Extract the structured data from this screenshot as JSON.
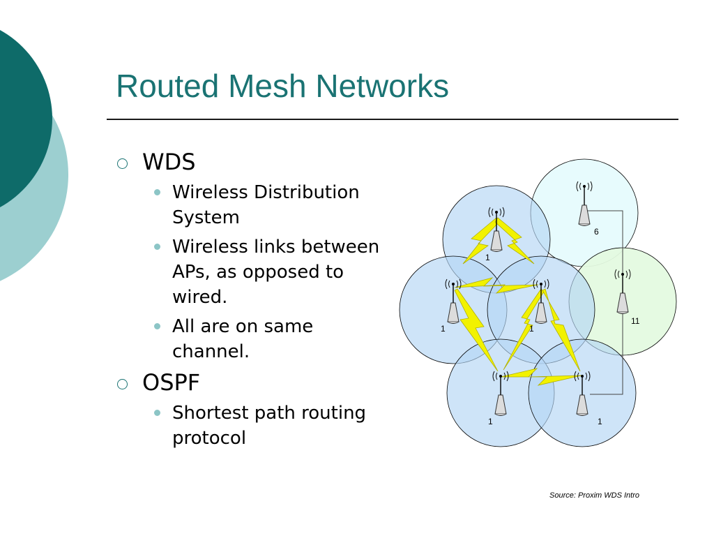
{
  "slide": {
    "title": "Routed Mesh Networks",
    "bullets": [
      {
        "text": "WDS",
        "sub": [
          "Wireless Distribution System",
          "Wireless links between APs, as opposed to wired.",
          "All are on same channel."
        ]
      },
      {
        "text": "OSPF",
        "sub": [
          "Shortest path routing protocol"
        ]
      }
    ],
    "source": "Source: Proxim WDS Intro"
  },
  "diagram": {
    "access_points": [
      {
        "channel": "1"
      },
      {
        "channel": "6"
      },
      {
        "channel": "1"
      },
      {
        "channel": "1"
      },
      {
        "channel": "11"
      },
      {
        "channel": "1"
      },
      {
        "channel": "1"
      }
    ]
  },
  "colors": {
    "title": "#1a7373",
    "deco_dark": "#0e6b69",
    "deco_light": "#9ccfd0",
    "bullet_dot": "#8cc5c6",
    "cell_blue": "#b4d5f5",
    "cell_cyan": "#e6fbfd",
    "cell_green": "#e4fae0",
    "link_bolt": "#f2f200"
  }
}
